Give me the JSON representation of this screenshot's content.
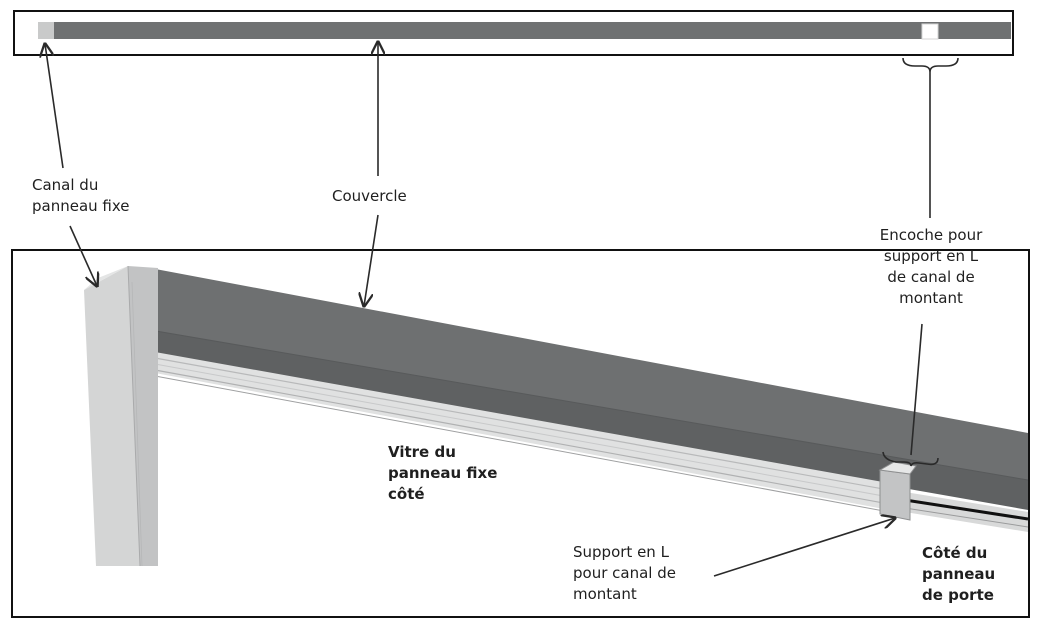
{
  "labels": {
    "canal_panneau_fixe": "Canal du\npanneau fixe",
    "couvercle": "Couvercle",
    "encoche": "Encoche pour\nsupport en L\nde canal de\nmontant",
    "vitre_panneau_fixe": "Vitre du\npanneau fixe\ncôté",
    "support_en_l": "Support en L\npour canal de\nmontant",
    "cote_panneau_porte": "Côté du\npanneau\nde porte"
  },
  "colors": {
    "cover_dark": "#6e7071",
    "cover_darker": "#5f6162",
    "post_light": "#d6d7d7",
    "post_mid": "#c4c5c6",
    "rail_light": "#e2e3e3",
    "rail_mid": "#bfc0c1",
    "frame_line": "#111111",
    "arrow_line": "#2a2a2a"
  }
}
